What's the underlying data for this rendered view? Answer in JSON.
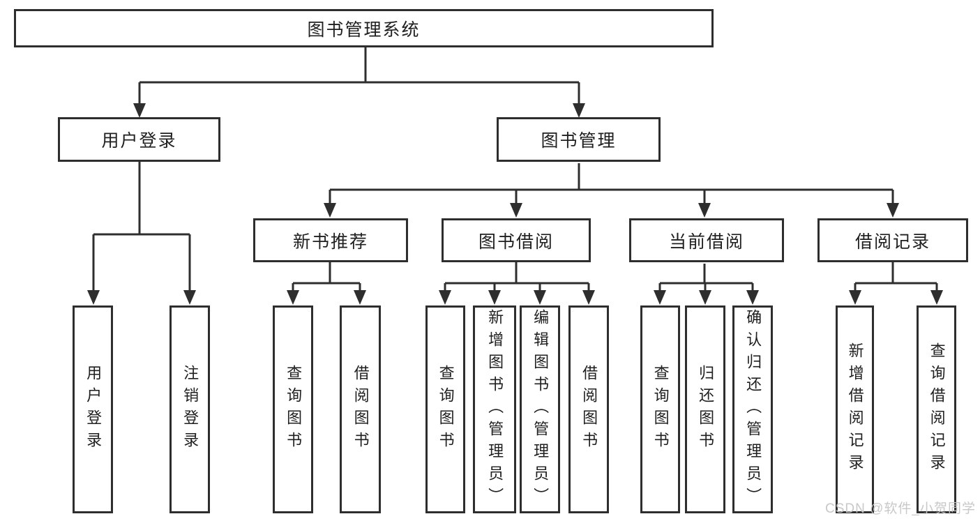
{
  "diagram": {
    "root": "图书管理系统",
    "level2": {
      "user_login": "用户登录",
      "book_management": "图书管理"
    },
    "level3": {
      "new_book_recommend": "新书推荐",
      "book_borrow": "图书借阅",
      "current_borrow": "当前借阅",
      "borrow_records": "借阅记录"
    },
    "leaves": {
      "user_login": "用户登录",
      "logout": "注销登录",
      "rec_query_book": "查询图书",
      "rec_borrow_book": "借阅图书",
      "bb_query_book": "查询图书",
      "bb_add_book": "新增图书（管理员）",
      "bb_edit_book": "编辑图书（管理员）",
      "bb_borrow_book": "借阅图书",
      "cur_query_book": "查询图书",
      "cur_return_book": "归还图书",
      "cur_confirm_return": "确认归还（管理员）",
      "rc_add_record": "新增借阅记录",
      "rc_query_record": "查询借阅记录"
    },
    "hierarchy": {
      "图书管理系统": [
        "用户登录",
        "图书管理"
      ],
      "用户登录": [
        "用户登录",
        "注销登录"
      ],
      "图书管理": [
        "新书推荐",
        "图书借阅",
        "当前借阅",
        "借阅记录"
      ],
      "新书推荐": [
        "查询图书",
        "借阅图书"
      ],
      "图书借阅": [
        "查询图书",
        "新增图书（管理员）",
        "编辑图书（管理员）",
        "借阅图书"
      ],
      "当前借阅": [
        "查询图书",
        "归还图书",
        "确认归还（管理员）"
      ],
      "借阅记录": [
        "新增借阅记录",
        "查询借阅记录"
      ]
    },
    "colors": {
      "line": "#2e2e2e",
      "box_border": "#2e2e2e",
      "text": "#1f1f1f",
      "watermark": "#c5c5c5",
      "background": "#ffffff"
    }
  },
  "watermark": "CSDN @软件_小贺同学"
}
